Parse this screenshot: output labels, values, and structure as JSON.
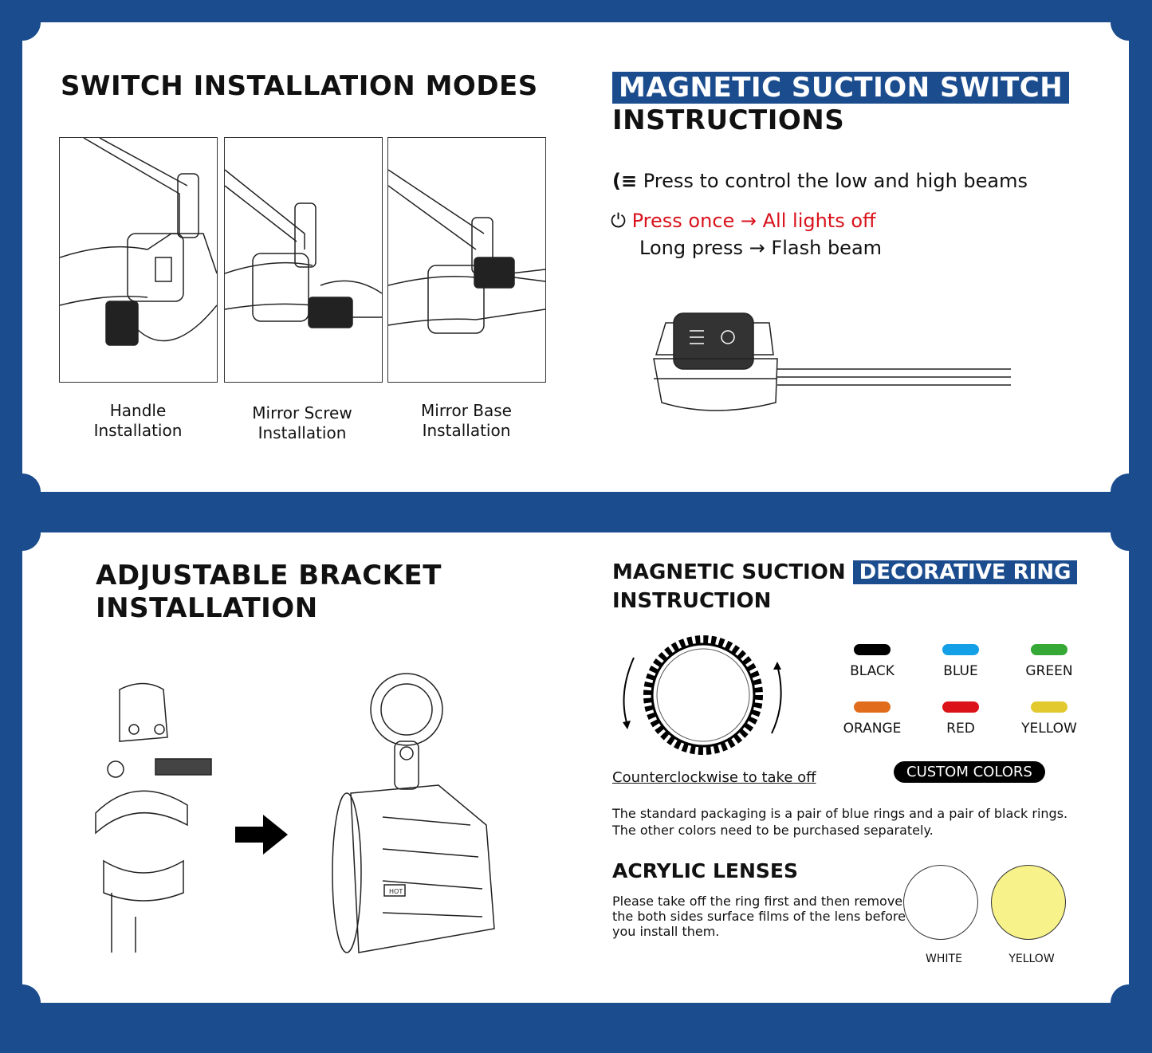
{
  "switch_modes": {
    "title": "SWITCH INSTALLATION MODES",
    "modes": [
      {
        "line1": "Handle",
        "line2": "Installation"
      },
      {
        "line1": "Mirror Screw",
        "line2": "Installation"
      },
      {
        "line1": "Mirror Base",
        "line2": "Installation"
      }
    ]
  },
  "switch_instructions": {
    "title_highlight": "MAGNETIC SUCTION SWITCH",
    "title_rest": "INSTRUCTIONS",
    "beam_text": "Press to control the low and high beams",
    "press_once": "Press once → All lights off",
    "long_press": "Long press → Flash beam"
  },
  "bracket": {
    "title_line1": "ADJUSTABLE BRACKET",
    "title_line2": "INSTALLATION",
    "hot_label": "HOT"
  },
  "ring": {
    "title_plain": "MAGNETIC SUCTION",
    "title_highlight": "DECORATIVE RING",
    "title_line2": "INSTRUCTION",
    "caption": "Counterclockwise to take off",
    "colors": [
      {
        "name": "BLACK",
        "hex": "#000000"
      },
      {
        "name": "BLUE",
        "hex": "#13a0e6"
      },
      {
        "name": "GREEN",
        "hex": "#35a835"
      },
      {
        "name": "ORANGE",
        "hex": "#e06c1c"
      },
      {
        "name": "RED",
        "hex": "#db1218"
      },
      {
        "name": "YELLOW",
        "hex": "#e2c92e"
      }
    ],
    "custom_label": "CUSTOM COLORS",
    "note_line1": "The standard packaging is a pair of blue rings and a pair of black rings.",
    "note_line2": "The other colors need to be purchased separately."
  },
  "lenses": {
    "title": "ACRYLIC  LENSES",
    "text_line1": "Please take off the ring first and then remove",
    "text_line2": "the both sides surface films of the lens before",
    "text_line3": "you install them.",
    "items": [
      {
        "name": "WHITE",
        "hex": "#ffffff"
      },
      {
        "name": "YELLOW",
        "hex": "#f8f28a"
      }
    ]
  }
}
